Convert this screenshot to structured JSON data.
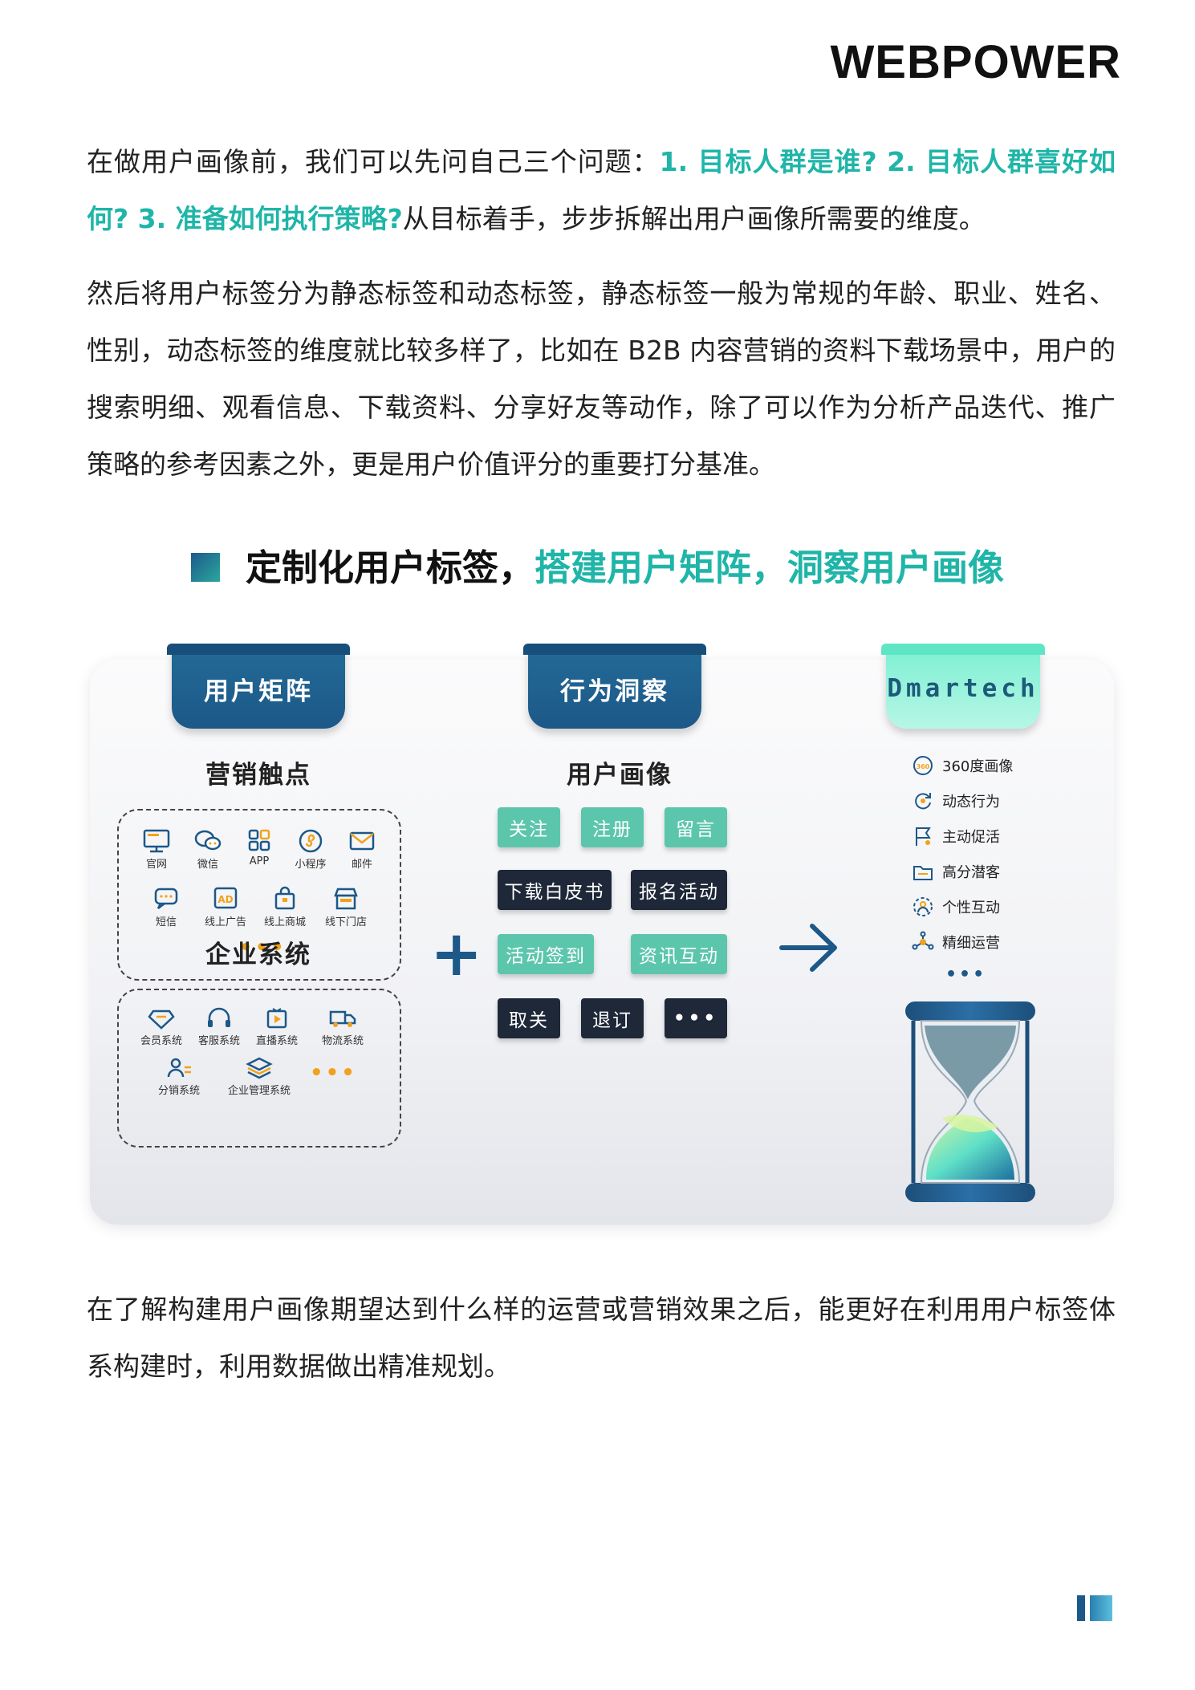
{
  "logo": "WEBPOWER",
  "intro": {
    "part1": "在做用户画像前，我们可以先问自己三个问题：",
    "highlight": "1. 目标人群是谁? 2. 目标人群喜好如何? 3. 准备如何执行策略?",
    "part2": "从目标着手，步步拆解出用户画像所需要的维度。"
  },
  "para2": "然后将用户标签分为静态标签和动态标签，静态标签一般为常规的年龄、职业、姓名、性别，动态标签的维度就比较多样了，比如在 B2B 内容营销的资料下载场景中，用户的搜索明细、观看信息、下载资料、分享好友等动作，除了可以作为分析产品迭代、推广策略的参考因素之外，更是用户价值评分的重要打分基准。",
  "section_title": {
    "part1": "定制化用户标签，",
    "part2": "搭建用户矩阵，洞察用户画像"
  },
  "diagram": {
    "tab1": "用户矩阵",
    "tab2": "行为洞察",
    "tab3": "Dmartech",
    "touchpoints_title": "营销触点",
    "touchpoints": [
      "官网",
      "微信",
      "APP",
      "小程序",
      "邮件",
      "短信",
      "线上广告",
      "线上商城",
      "线下门店"
    ],
    "enterprise_title": "企业系统",
    "enterprise": [
      "会员系统",
      "客服系统",
      "直播系统",
      "物流系统",
      "分销系统",
      "企业管理系统"
    ],
    "more": "•••",
    "plus": "+",
    "arrow": "→",
    "portrait_title": "用户画像",
    "behaviors": [
      "关注",
      "注册",
      "留言",
      "下载白皮书",
      "报名活动",
      "活动签到",
      "资讯互动",
      "取关",
      "退订",
      "•••"
    ],
    "features": [
      "360度画像",
      "动态行为",
      "主动促活",
      "高分潜客",
      "个性互动",
      "精细运营"
    ]
  },
  "conclusion": "在了解构建用户画像期望达到什么样的运营或营销效果之后，能更好在利用用户标签体系构建时，利用数据做出精准规划。",
  "colors": {
    "accent": "#1fb5a8",
    "navy": "#1c5888",
    "dark_pill": "#1f2838",
    "green_pill": "#5cc6ad"
  }
}
